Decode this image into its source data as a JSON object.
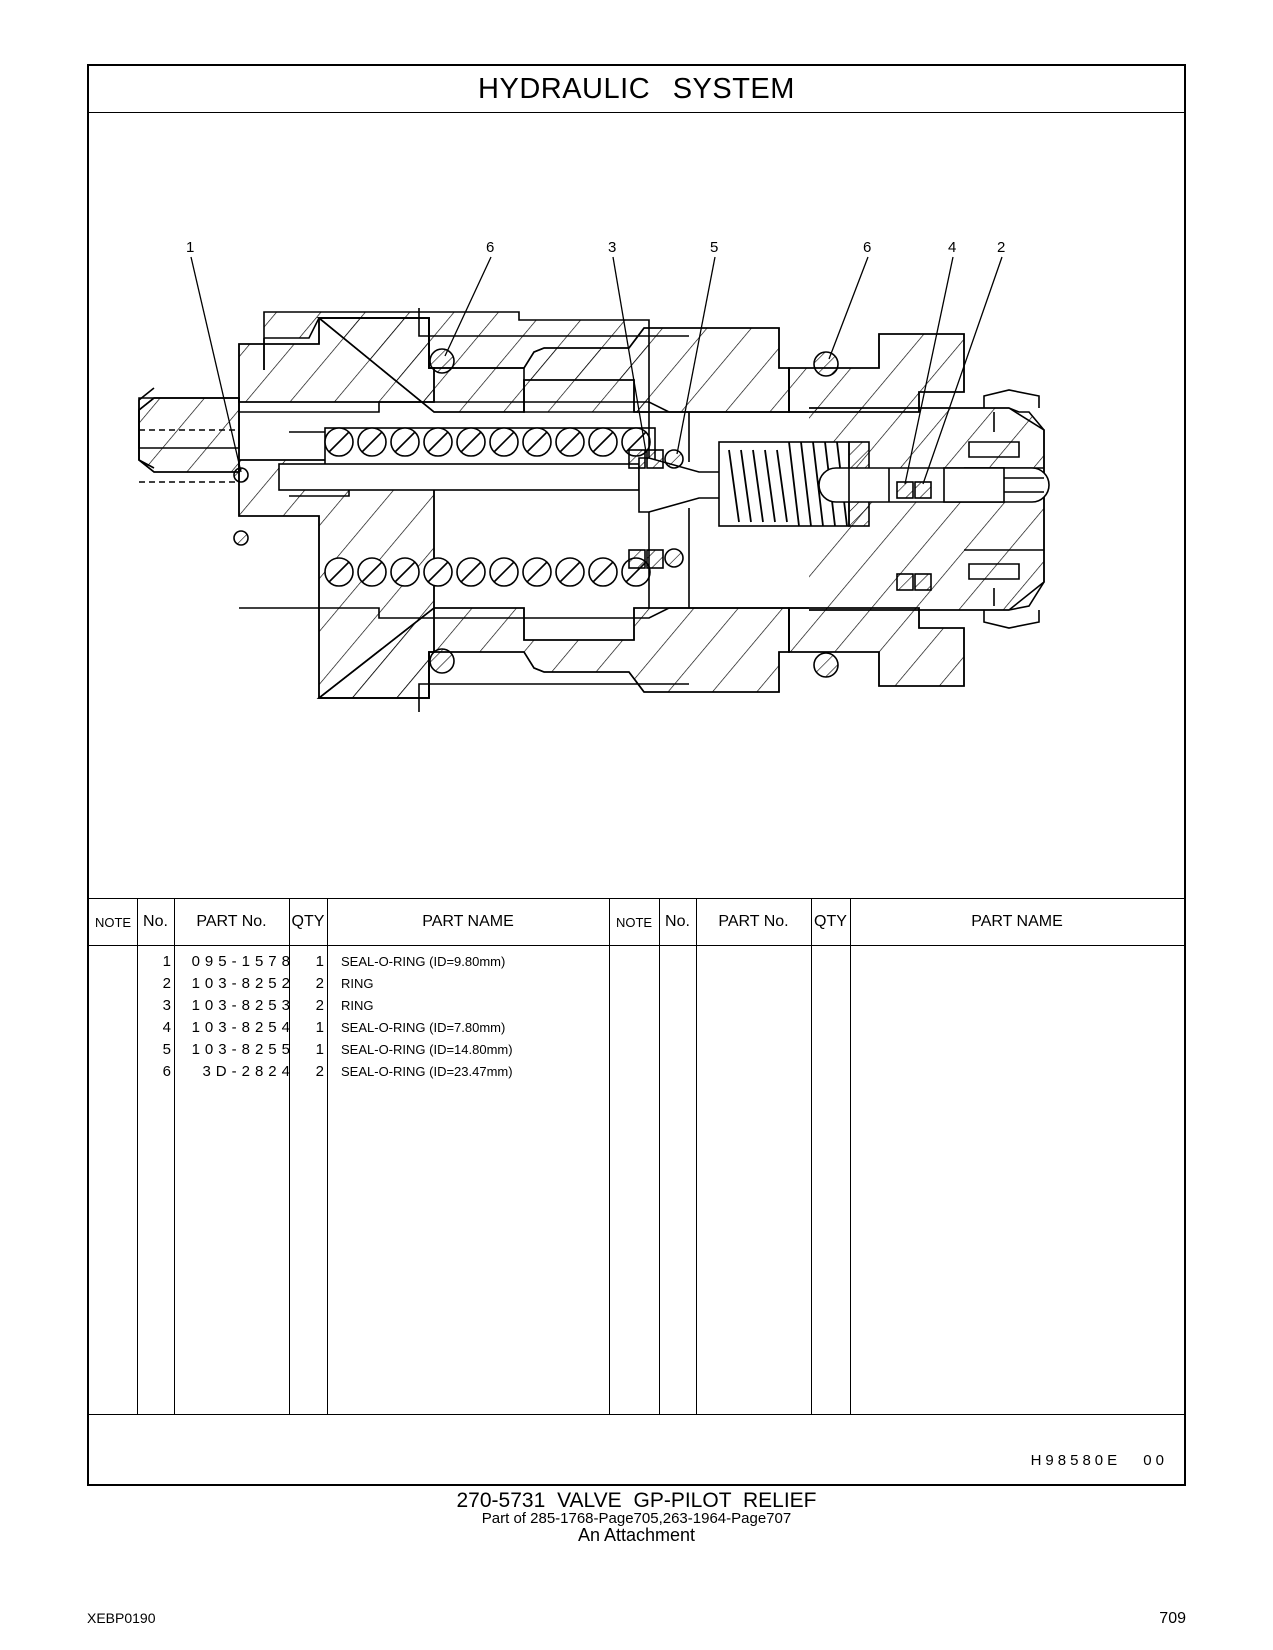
{
  "header": {
    "title": "HYDRAULIC   SYSTEM"
  },
  "callouts": [
    "1",
    "6",
    "3",
    "5",
    "6",
    "4",
    "2"
  ],
  "table": {
    "columns": [
      "NOTE",
      "No.",
      "PART No.",
      "QTY",
      "PART NAME"
    ],
    "rows": [
      {
        "no": "1",
        "part_no": "095-1578",
        "qty": "1",
        "name": "SEAL-O-RING (ID=9.80mm)"
      },
      {
        "no": "2",
        "part_no": "103-8252",
        "qty": "2",
        "name": "RING"
      },
      {
        "no": "3",
        "part_no": "103-8253",
        "qty": "2",
        "name": "RING"
      },
      {
        "no": "4",
        "part_no": "103-8254",
        "qty": "1",
        "name": "SEAL-O-RING (ID=7.80mm)"
      },
      {
        "no": "5",
        "part_no": "103-8255",
        "qty": "1",
        "name": "SEAL-O-RING (ID=14.80mm)"
      },
      {
        "no": "6",
        "part_no": "3D-2824",
        "qty": "2",
        "name": "SEAL-O-RING (ID=23.47mm)"
      }
    ]
  },
  "ref_code": "H98580E   00",
  "caption": {
    "line1": "270-5731  VALVE  GP-PILOT  RELIEF",
    "line2": "Part of 285-1768-Page705,263-1964-Page707",
    "line3": "An Attachment"
  },
  "footer": {
    "doc_id": "XEBP0190",
    "page": "709"
  }
}
